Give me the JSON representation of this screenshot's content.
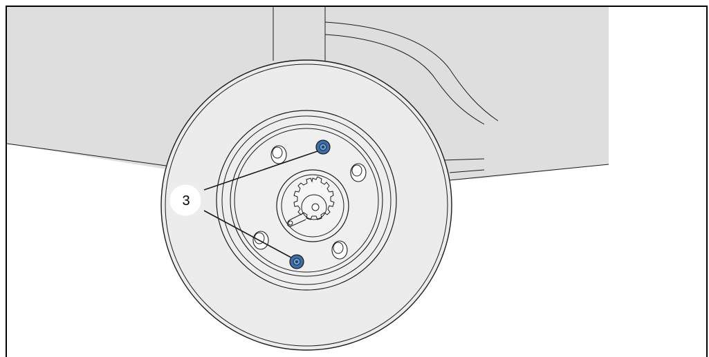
{
  "diagram": {
    "callouts": [
      {
        "label": "3",
        "targets": [
          "upper-retaining-screw",
          "lower-retaining-screw"
        ]
      }
    ],
    "colors": {
      "body_fill": "#dedede",
      "disc_fill": "#ececec",
      "screw_fill": "#3d6fa8",
      "line": "#1a1a1a",
      "frame": "#000000"
    }
  }
}
